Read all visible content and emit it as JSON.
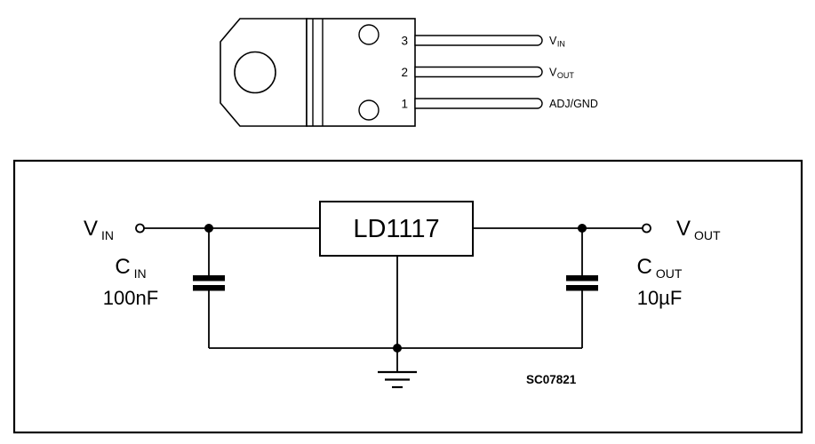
{
  "package_diagram": {
    "pins": [
      {
        "number": "3",
        "name_main": "V",
        "name_sub": "IN"
      },
      {
        "number": "2",
        "name_main": "V",
        "name_sub": "OUT"
      },
      {
        "number": "1",
        "name_main": "ADJ/GND",
        "name_sub": ""
      }
    ]
  },
  "schematic": {
    "regulator_label": "LD1117",
    "input_voltage": {
      "main": "V",
      "sub": "IN"
    },
    "output_voltage": {
      "main": "V",
      "sub": "OUT"
    },
    "input_capacitor": {
      "main": "C",
      "sub": "IN",
      "value": "100nF"
    },
    "output_capacitor": {
      "main": "C",
      "sub": "OUT",
      "value": "10µF"
    },
    "figure_code": "SC07821"
  },
  "colors": {
    "line": "#000000",
    "background": "#ffffff"
  }
}
